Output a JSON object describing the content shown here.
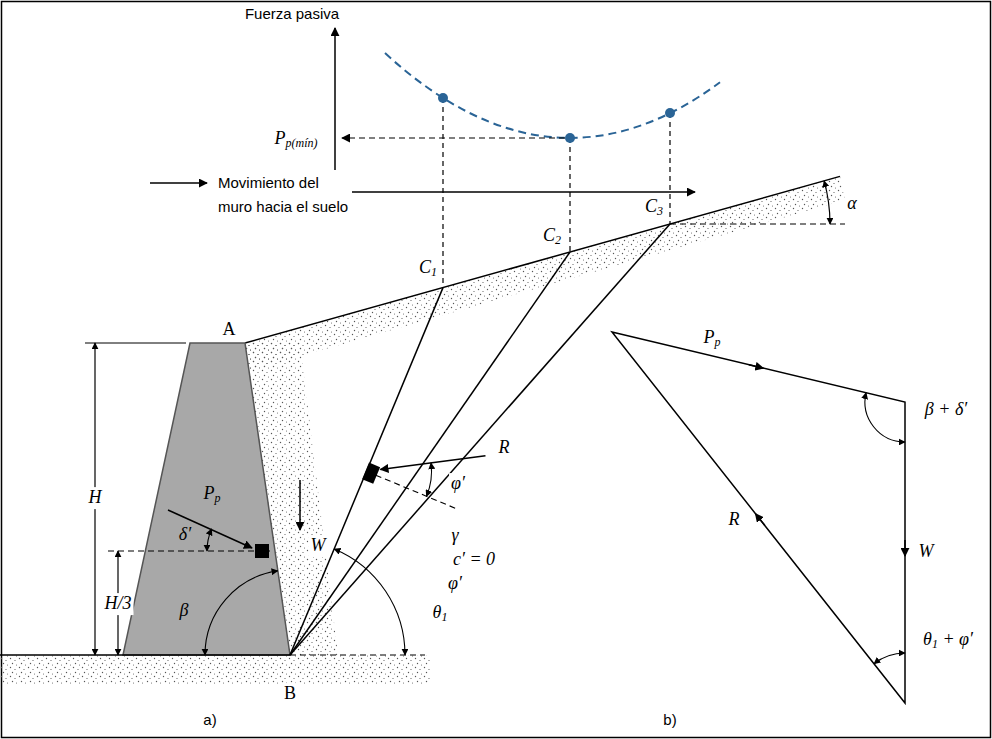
{
  "diagram": {
    "labels": [
      "Fuerza pasiva",
      "Pp(mín)",
      "α",
      "Movimiento del muro hacia el suelo",
      "C1",
      "C2",
      "C3",
      "A",
      "H",
      "W",
      "R",
      "φ′",
      "Pp",
      "δ′",
      "H/3",
      "β",
      "B",
      "γ",
      "c′ = 0",
      "φ′",
      "θ1",
      "a)",
      "Pp",
      "β + δ′",
      "W",
      "R",
      "θ1 + φ′",
      "b)"
    ]
  }
}
